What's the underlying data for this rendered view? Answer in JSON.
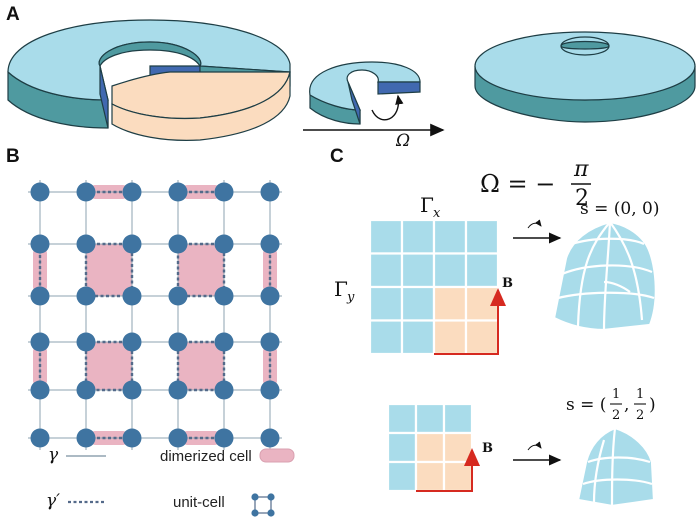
{
  "panels": {
    "a": "A",
    "b": "B",
    "c": "C"
  },
  "panel_a": {
    "omega_label": "Ω"
  },
  "panel_b": {
    "legend": {
      "gamma": "γ",
      "gamma_prime": "γ′",
      "dimerized_cell": "dimerized cell",
      "unit_cell": "unit-cell"
    }
  },
  "panel_c": {
    "omega_lhs": "Ω = −",
    "omega_num": "π",
    "omega_den": "2",
    "gamma_x_base": "Γ",
    "gamma_x_sub": "x",
    "gamma_y_base": "Γ",
    "gamma_y_sub": "y",
    "b_label": "B",
    "b_label_2": "B",
    "s1": "s = (0, 0)",
    "s2_prefix": "s = (",
    "s2_frac_num": "1",
    "s2_frac_den": "2",
    "s2_comma": ",",
    "s2_suffix": ")"
  },
  "colors": {
    "cyan": "#a9dcea",
    "teal_side": "#4f9aa0",
    "blue_cut": "#4169b0",
    "peach": "#fbdcbf",
    "node_blue": "#3f74a1",
    "dimer_pink": "#eab4c2",
    "arrow_red": "#d62a20"
  }
}
